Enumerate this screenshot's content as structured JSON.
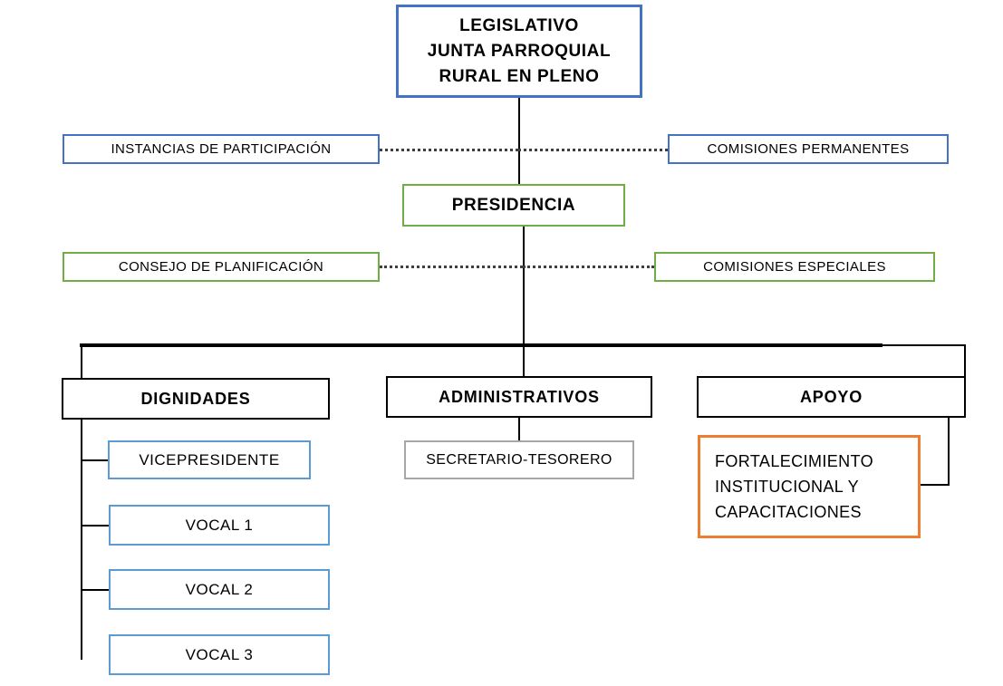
{
  "diagram": {
    "title": "Organigrama Junta Parroquial Rural",
    "colors": {
      "blue_dark": "#4472C4",
      "blue_light": "#5B9BD5",
      "green": "#70AD47",
      "orange": "#ED7D31",
      "gray": "#A6A6A6",
      "black": "#000000"
    }
  },
  "nodes": {
    "legislativo": "LEGISLATIVO\nJUNTA PARROQUIAL\nRURAL EN PLENO",
    "instancias_participacion": "INSTANCIAS  DE PARTICIPACIÓN",
    "comisiones_permanentes": "COMISIONES  PERMANENTES",
    "presidencia": "PRESIDENCIA",
    "consejo_planificacion": "CONSEJO DE PLANIFICACIÓN",
    "comisiones_especiales": "COMISIONES  ESPECIALES",
    "dignidades": "DIGNIDADES",
    "administrativos": "ADMINISTRATIVOS",
    "apoyo": "APOYO",
    "vicepresidente": "VICEPRESIDENTE",
    "vocal_1": "VOCAL 1",
    "vocal_2": "VOCAL 2",
    "vocal_3": "VOCAL 3",
    "secretario_tesorero": "SECRETARIO-TESORERO",
    "fortalecimiento": "FORTALECIMIENTO\nINSTITUCIONAL   Y\nCAPACITACIONES"
  }
}
